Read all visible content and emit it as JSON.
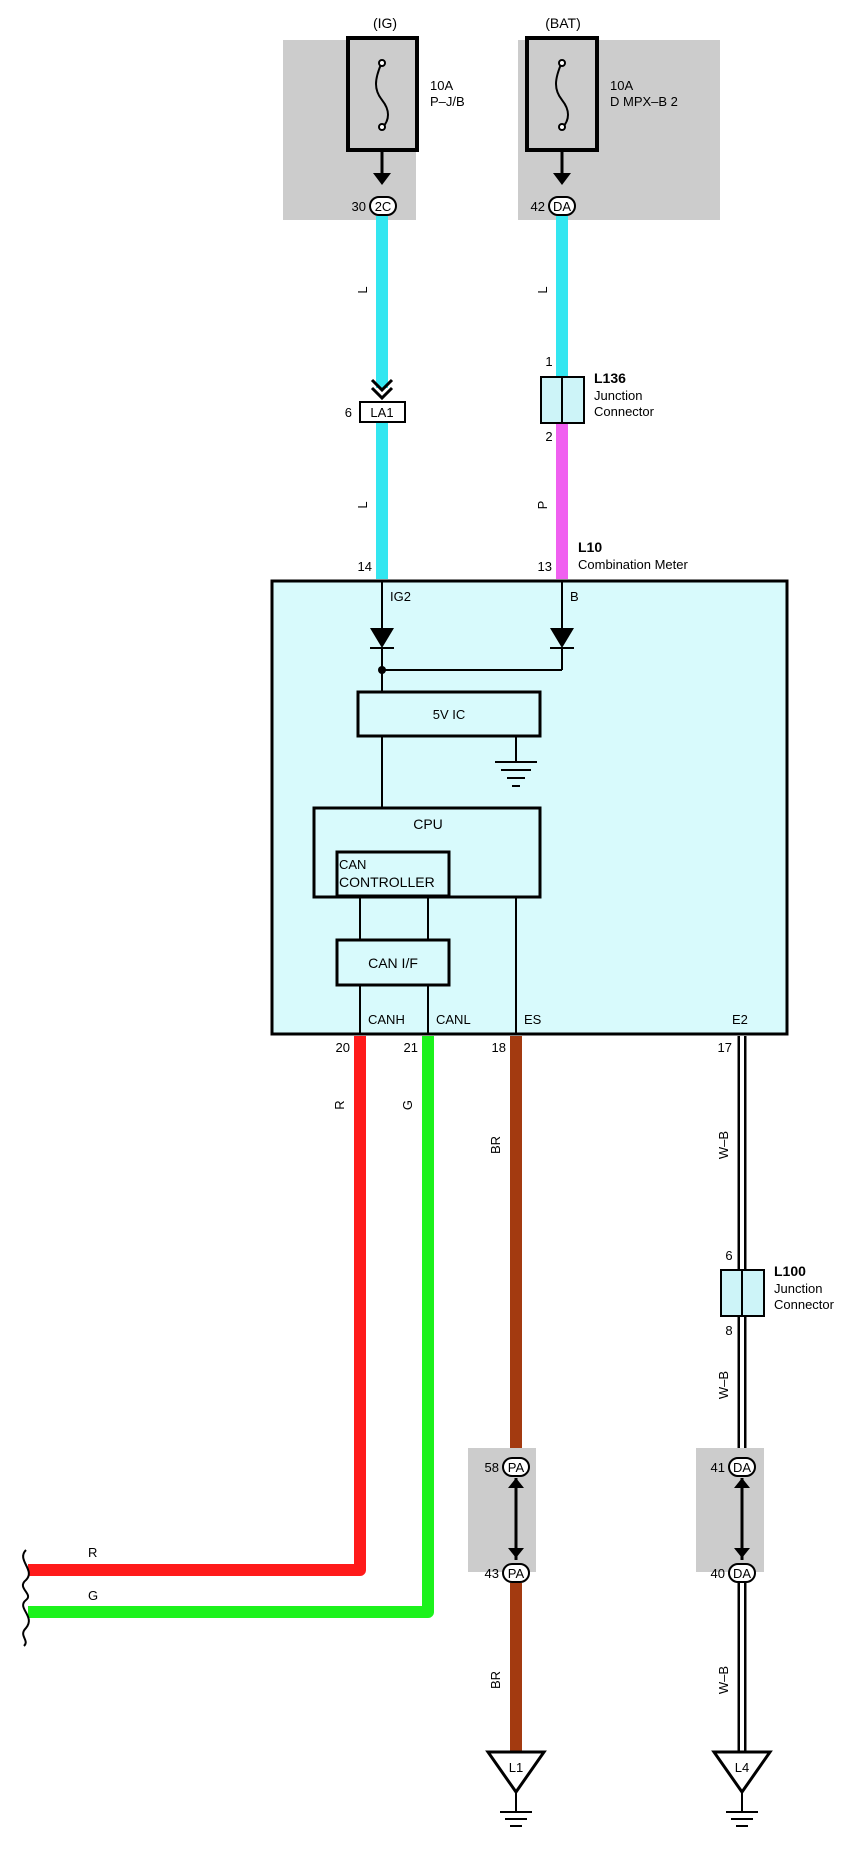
{
  "fuses": [
    {
      "source": "(IG)",
      "rating": "10A",
      "name": "P–J/B",
      "pin": "30",
      "connector": "2C"
    },
    {
      "source": "(BAT)",
      "rating": "10A",
      "name": "D MPX–B 2",
      "pin": "42",
      "connector": "DA"
    }
  ],
  "connector_la1": {
    "pin": "6",
    "label": "LA1"
  },
  "junction_l136": {
    "id": "L136",
    "line1": "Junction",
    "line2": "Connector",
    "pin_top": "1",
    "pin_bottom": "2"
  },
  "junction_l100": {
    "id": "L100",
    "line1": "Junction",
    "line2": "Connector",
    "pin_top": "6",
    "pin_bottom": "8"
  },
  "meter": {
    "id": "L10",
    "name": "Combination Meter",
    "pin_ig2": "14",
    "pin_b": "13",
    "terminal_ig2": "IG2",
    "terminal_b": "B",
    "ic": "5V IC",
    "cpu": "CPU",
    "can_controller_line1": "CAN",
    "can_controller_line2": "CONTROLLER",
    "can_if": "CAN I/F",
    "terminals": [
      "CANH",
      "CANL",
      "ES",
      "E2"
    ],
    "pins": [
      "20",
      "21",
      "18",
      "17"
    ]
  },
  "wire_colors": {
    "L": "L",
    "P": "P",
    "R": "R",
    "G": "G",
    "BR": "BR",
    "WB": "W–B"
  },
  "splice_pa": {
    "connector": "PA",
    "pin_top": "58",
    "pin_bottom": "43"
  },
  "splice_da": {
    "connector": "DA",
    "pin_top": "41",
    "pin_bottom": "40"
  },
  "grounds": [
    "L1",
    "L4"
  ],
  "colors": {
    "light_blue": "#33e6f0",
    "pink": "#f060f0",
    "red": "#ff1a1a",
    "green": "#1cf21c",
    "brown": "#a33a10",
    "meter_fill": "#d8fafc",
    "connector_fill": "#cdf4f8",
    "fuse_bg": "#cccccc"
  }
}
